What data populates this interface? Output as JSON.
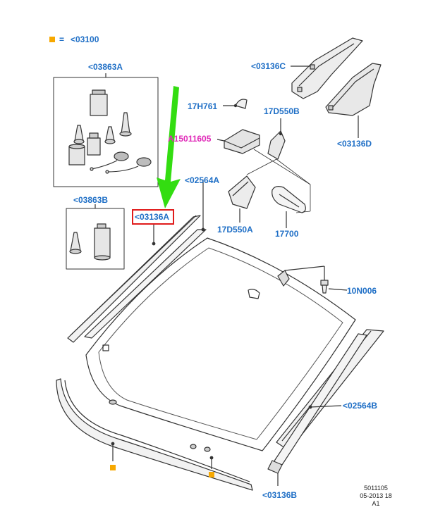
{
  "legend": {
    "marker_color": "#f7a800",
    "equals": "=",
    "code": "<03100"
  },
  "labels": {
    "kit_a": "<03863A",
    "kit_b": "<03863B",
    "molding_a": "<03136A",
    "molding_b": "<03136B",
    "molding_c": "<03136C",
    "molding_d": "<03136D",
    "pillar_a": "<02564A",
    "pillar_b": "<02564B",
    "bracket": "17H761",
    "sensor": "A15011605",
    "cover_b": "17D550B",
    "cover_a": "17D550A",
    "mirror": "17700",
    "clip": "10N006"
  },
  "colors": {
    "label": "#1f6fc6",
    "highlight": "#e01b1b",
    "arrow": "#33dd11",
    "sensor_label": "#e02ab8"
  },
  "icons": [
    "down-arrow-icon"
  ],
  "reference": {
    "line1": "5011105",
    "line2": "05-2013 18",
    "line3": "A1"
  }
}
